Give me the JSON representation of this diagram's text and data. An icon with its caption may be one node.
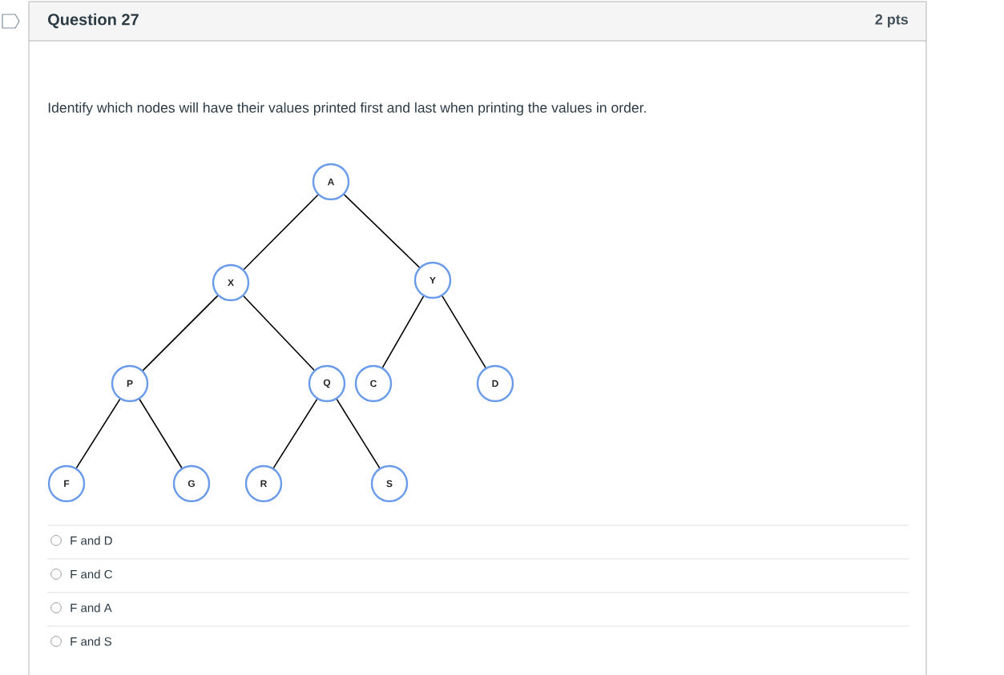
{
  "diagram": {
    "title": "Question 27",
    "nodes": [
      {
        "text": [
          "A"
        ]
      },
      {
        "text": [
          "X"
        ]
      },
      {
        "text": [
          "Y"
        ]
      },
      {
        "text": [
          "P"
        ]
      },
      {
        "text": [
          "Q"
        ]
      },
      {
        "text": [
          "C"
        ]
      },
      {
        "text": [
          "D"
        ]
      },
      {
        "text": [
          "F"
        ]
      },
      {
        "text": [
          "G"
        ]
      },
      {
        "text": [
          "R"
        ]
      },
      {
        "text": [
          "S"
        ]
      }
    ],
    "edges": [
      {
        "from": 0,
        "to": 1,
        "arrow": "none"
      },
      {
        "from": 0,
        "to": 2,
        "arrow": "none"
      },
      {
        "from": 1,
        "to": 3,
        "arrow": "none"
      },
      {
        "from": 1,
        "to": 4,
        "arrow": "none"
      },
      {
        "from": 2,
        "to": 5,
        "arrow": "none"
      },
      {
        "from": 2,
        "to": 6,
        "arrow": "none"
      },
      {
        "from": 3,
        "to": 7,
        "arrow": "none"
      },
      {
        "from": 3,
        "to": 8,
        "arrow": "none"
      },
      {
        "from": 4,
        "to": 9,
        "arrow": "none"
      },
      {
        "from": 4,
        "to": 10,
        "arrow": "none"
      }
    ],
    "labels": [
      "2 pts",
      "Identify which nodes will have their values printed first and last when printing the values in order.",
      "F and D",
      "F and C",
      "F and A",
      "F and S"
    ]
  }
}
